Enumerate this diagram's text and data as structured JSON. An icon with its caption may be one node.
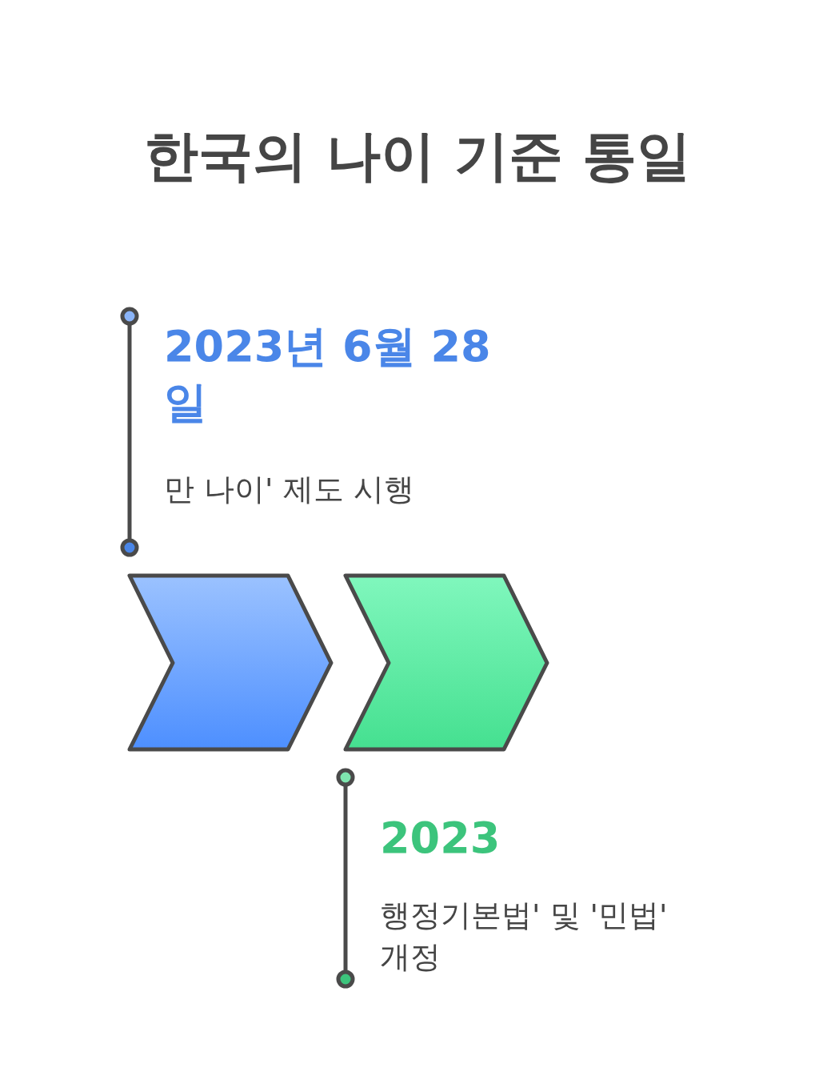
{
  "diagram": {
    "title": "한국의 나이 기준 통일",
    "nodes": [
      {
        "text": [],
        "shape": "chevron"
      },
      {
        "text": [],
        "shape": "chevron"
      }
    ],
    "labels": [
      "2023년 6월 28일",
      "만 나이' 제도 시행",
      "2023",
      "행정기본법' 및 '민법' 개정"
    ]
  }
}
